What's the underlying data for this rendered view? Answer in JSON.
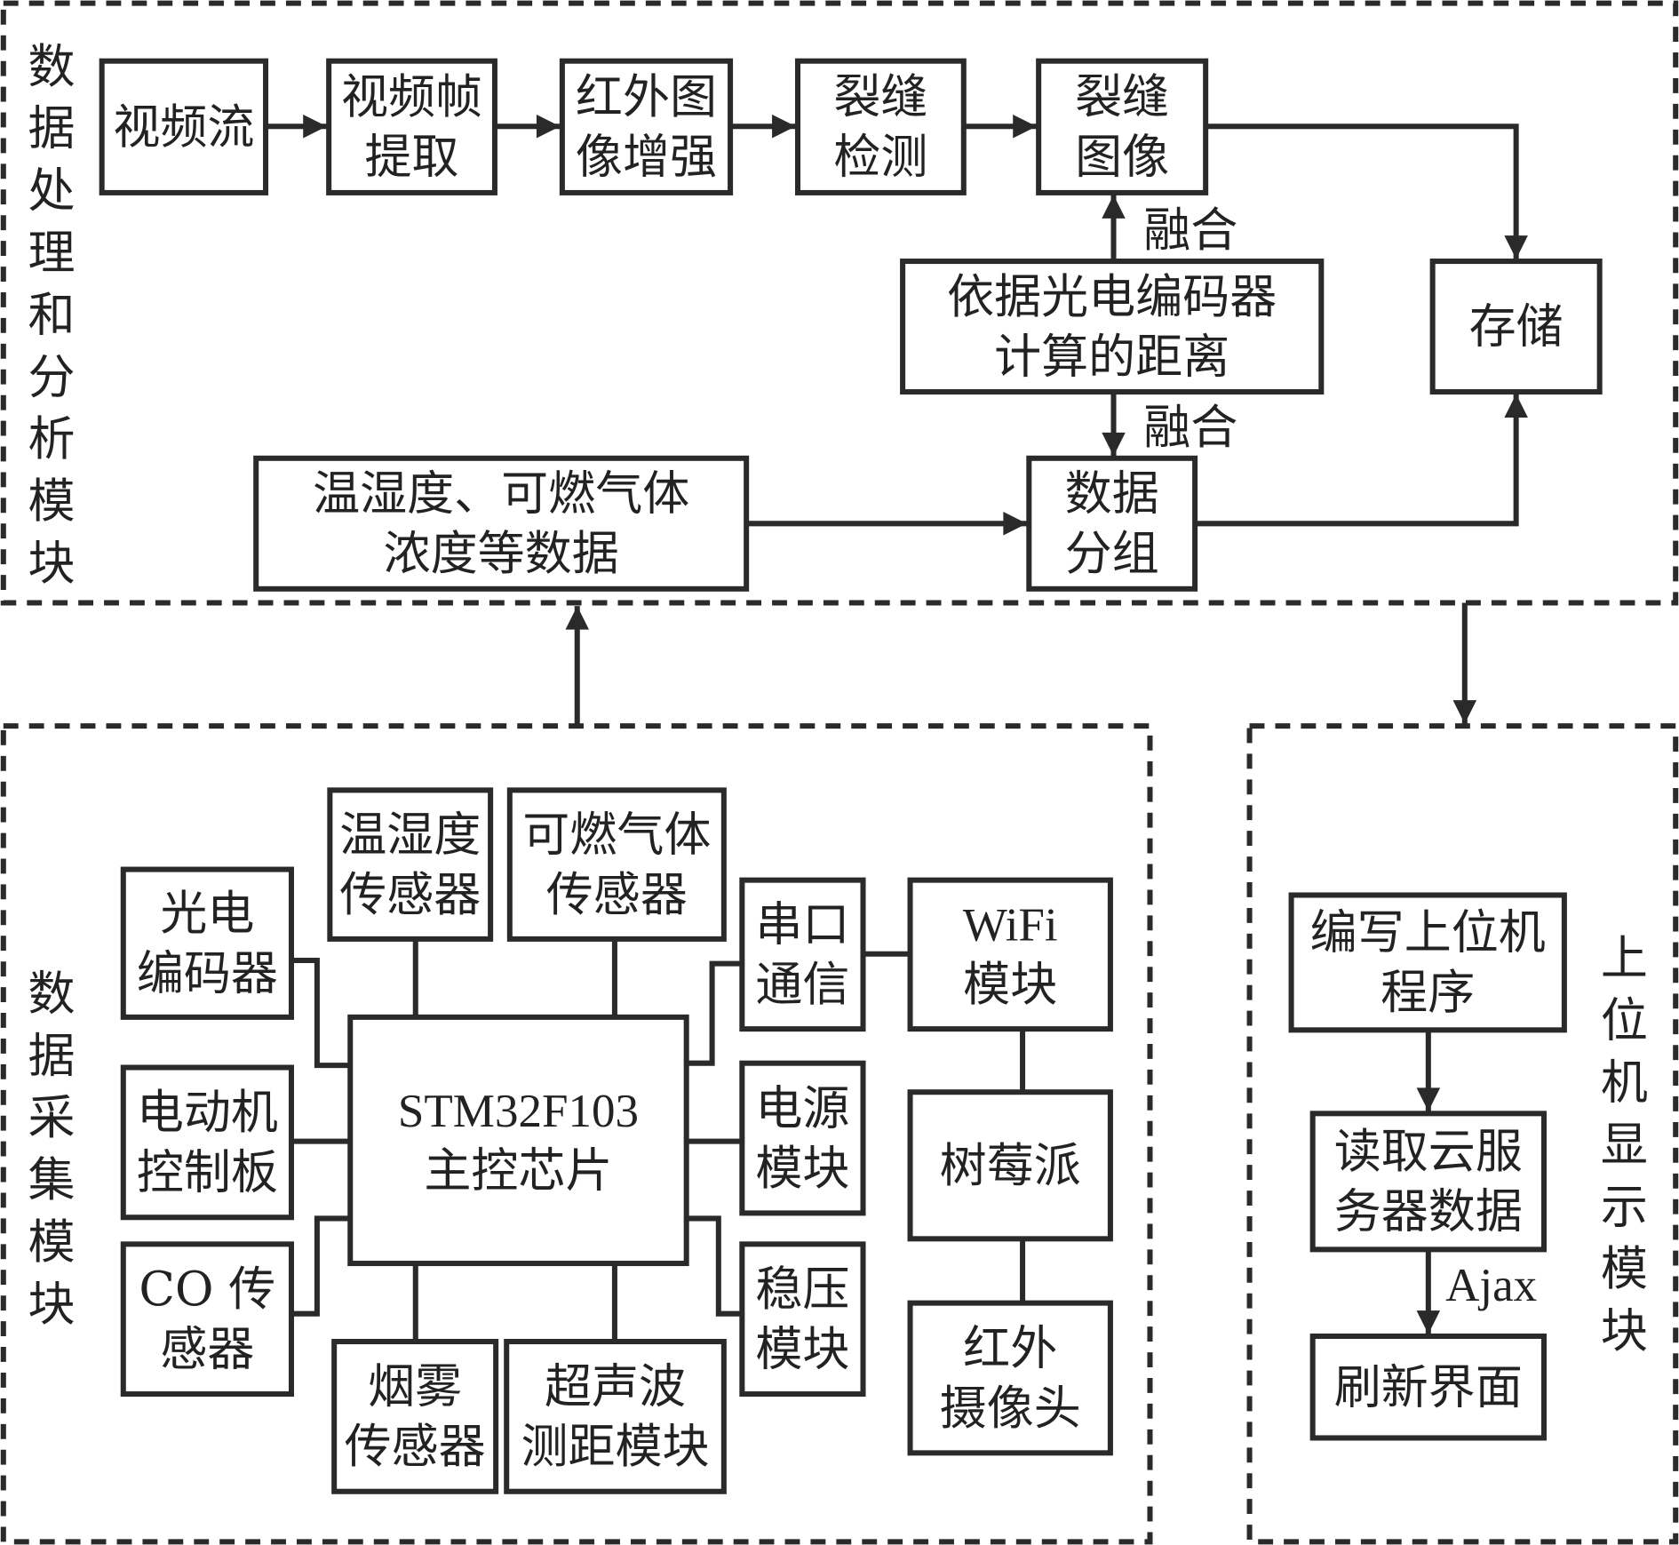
{
  "modules": {
    "processing": {
      "title": "数据处理和分析模块",
      "boxes": {
        "video_stream": [
          "视频流"
        ],
        "frame_extract": [
          "视频帧",
          "提取"
        ],
        "ir_enhance": [
          "红外图",
          "像增强"
        ],
        "crack_detect": [
          "裂缝",
          "检测"
        ],
        "crack_image": [
          "裂缝",
          "图像"
        ],
        "encoder_distance": [
          "依据光电编码器",
          "计算的距离"
        ],
        "storage": [
          "存储"
        ],
        "env_data": [
          "温湿度、可燃气体",
          "浓度等数据"
        ],
        "data_group": [
          "数据",
          "分组"
        ]
      },
      "edge_labels": {
        "fuse_up": "融合",
        "fuse_down": "融合"
      }
    },
    "acquisition": {
      "title": "数据采集模块",
      "boxes": {
        "photo_encoder": [
          "光电",
          "编码器"
        ],
        "temp_humidity": [
          "温湿度",
          "传感器"
        ],
        "gas_sensor": [
          "可燃气体",
          "传感器"
        ],
        "serial": [
          "串口",
          "通信"
        ],
        "wifi": [
          "WiFi",
          "模块"
        ],
        "mcu": [
          "STM32F103",
          "主控芯片"
        ],
        "motor": [
          "电动机",
          "控制板"
        ],
        "power": [
          "电源",
          "模块"
        ],
        "raspberry": [
          "树莓派"
        ],
        "co_sensor": [
          "CO 传",
          "感器"
        ],
        "regulator": [
          "稳压",
          "模块"
        ],
        "ir_camera": [
          "红外",
          "摄像头"
        ],
        "smoke": [
          "烟雾",
          "传感器"
        ],
        "ultrasonic": [
          "超声波",
          "测距模块"
        ]
      }
    },
    "display": {
      "title": "上位机显示模块",
      "boxes": {
        "write_program": [
          "编写上位机",
          "程序"
        ],
        "read_cloud": [
          "读取云服",
          "务器数据"
        ],
        "refresh": [
          "刷新界面"
        ]
      },
      "edge_labels": {
        "ajax": "Ajax"
      }
    }
  }
}
